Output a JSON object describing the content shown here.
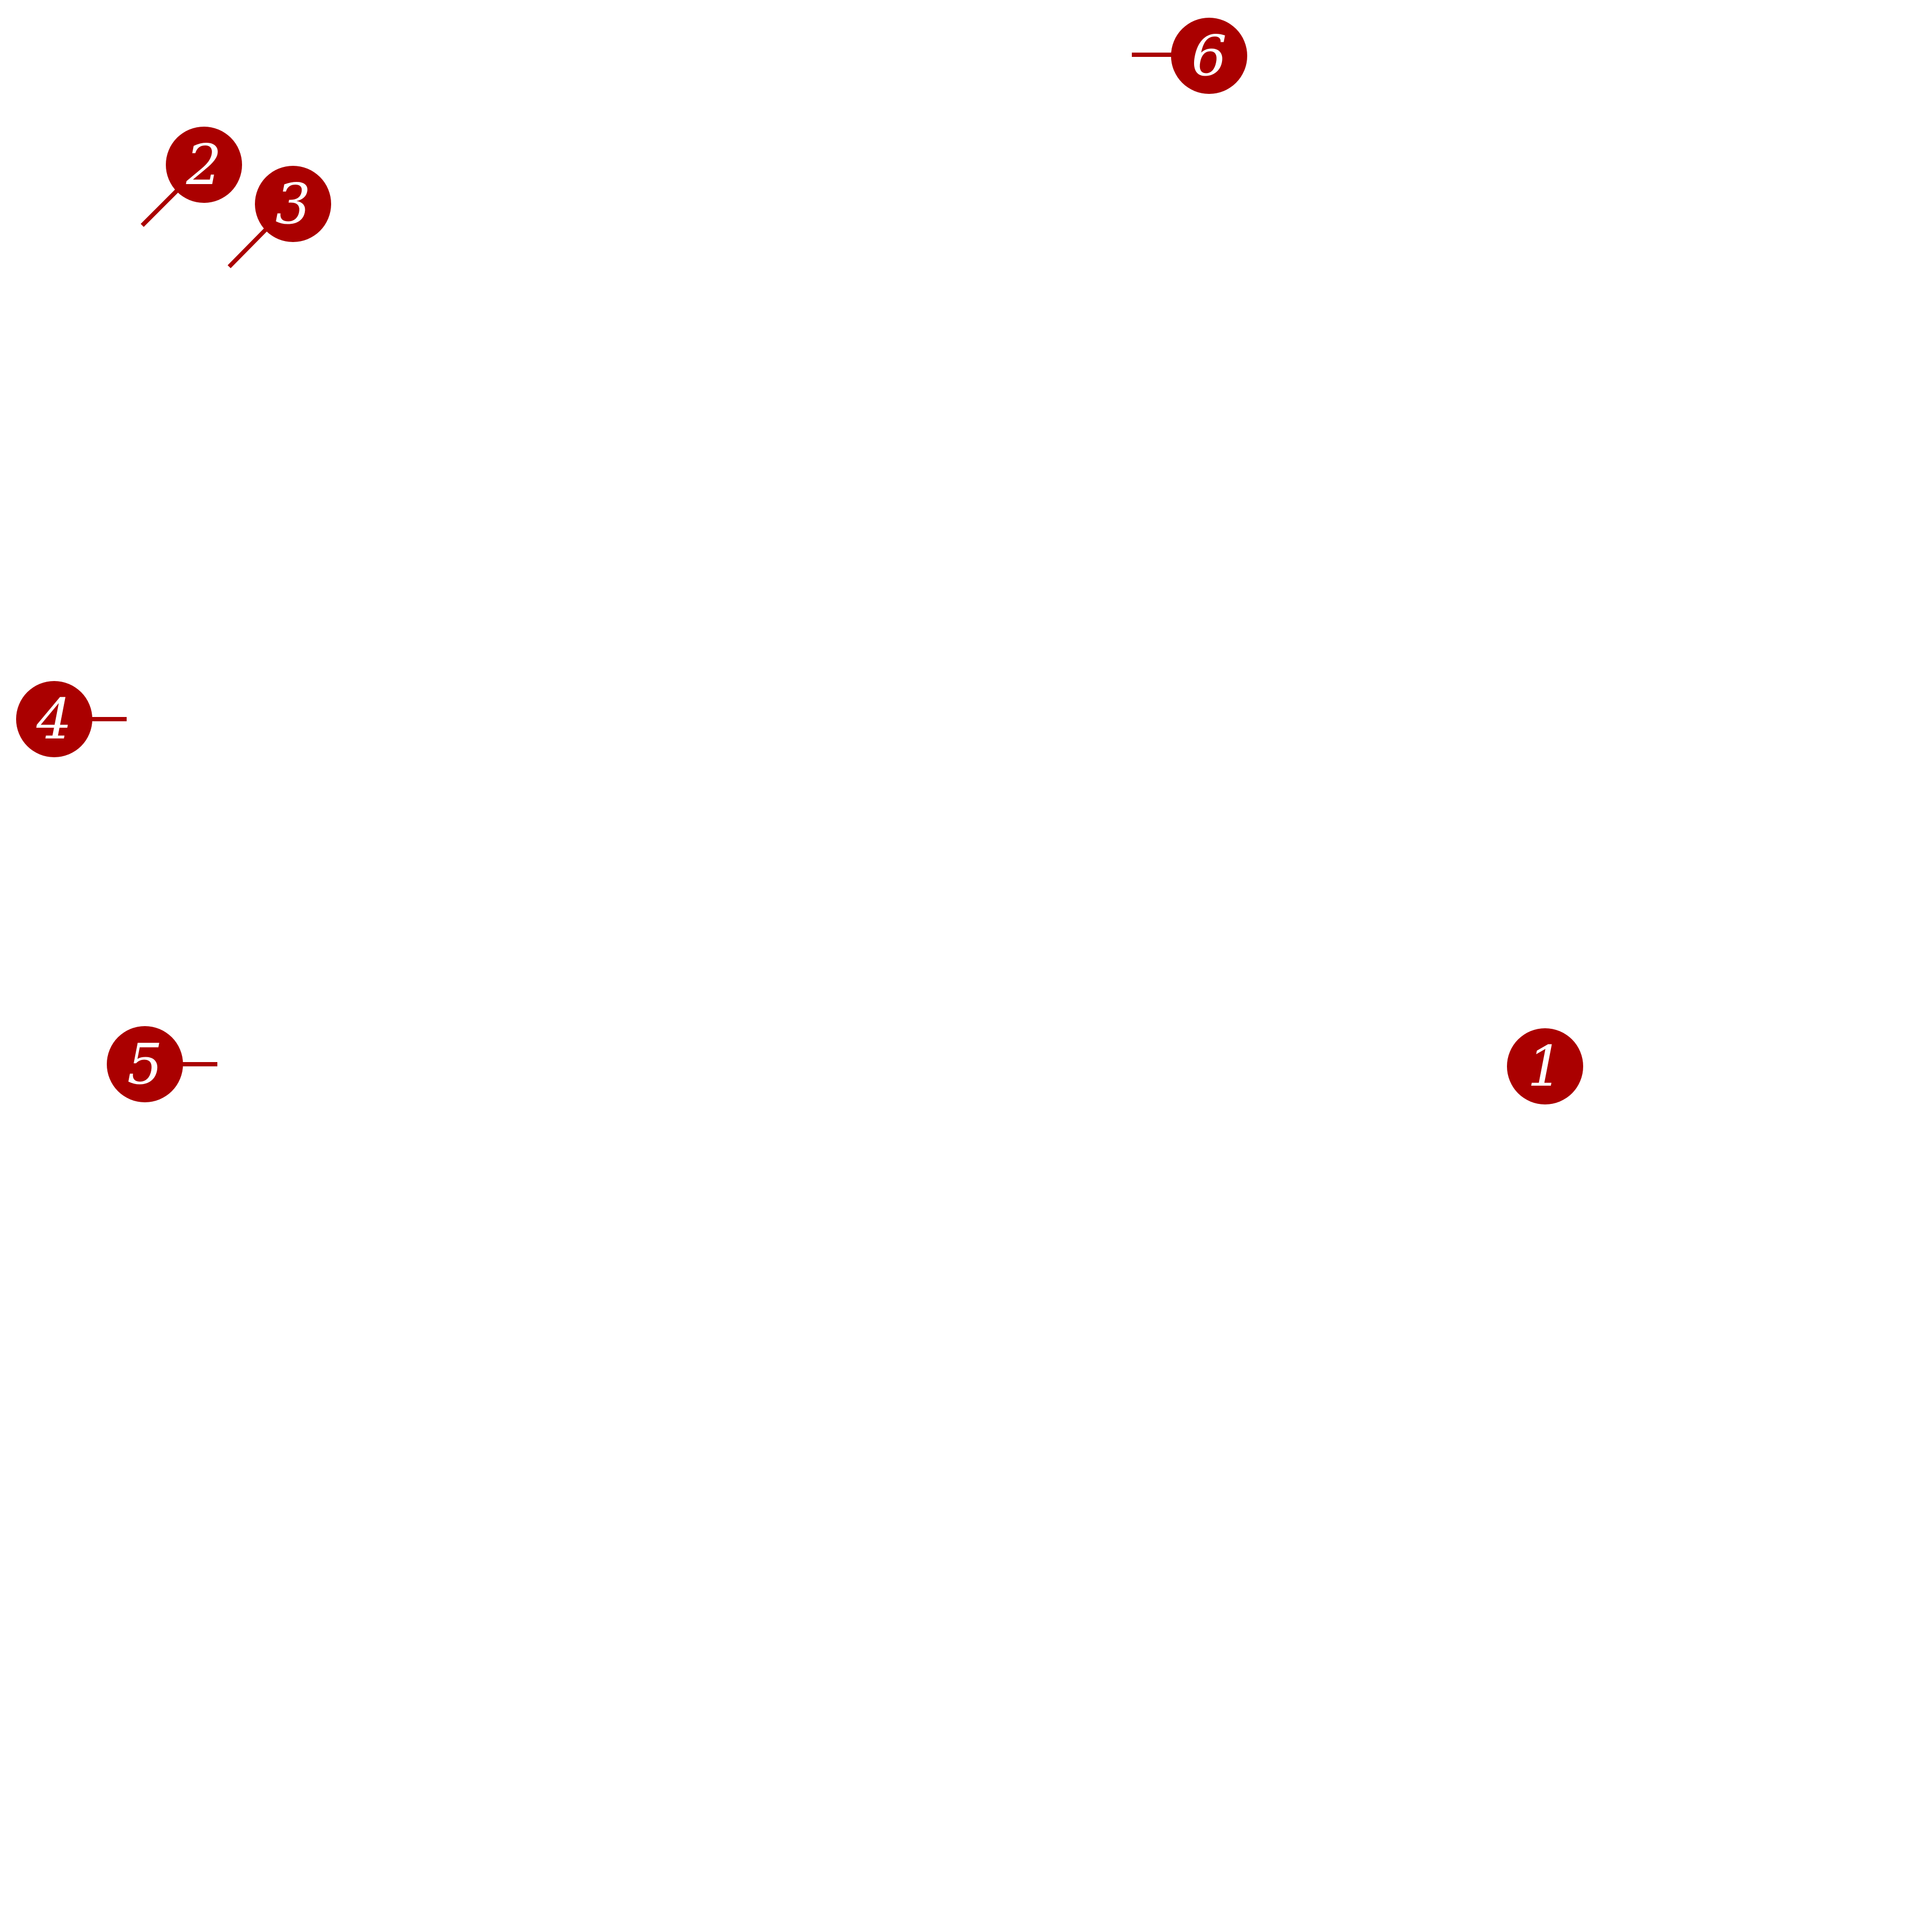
{
  "colors": {
    "background": "#ffffff",
    "marker": "#aa0000",
    "marker_text": "#ffffff"
  },
  "markers": [
    {
      "id": "1",
      "label": "1"
    },
    {
      "id": "2",
      "label": "2"
    },
    {
      "id": "3",
      "label": "3"
    },
    {
      "id": "4",
      "label": "4"
    },
    {
      "id": "5",
      "label": "5"
    },
    {
      "id": "6",
      "label": "6"
    }
  ]
}
